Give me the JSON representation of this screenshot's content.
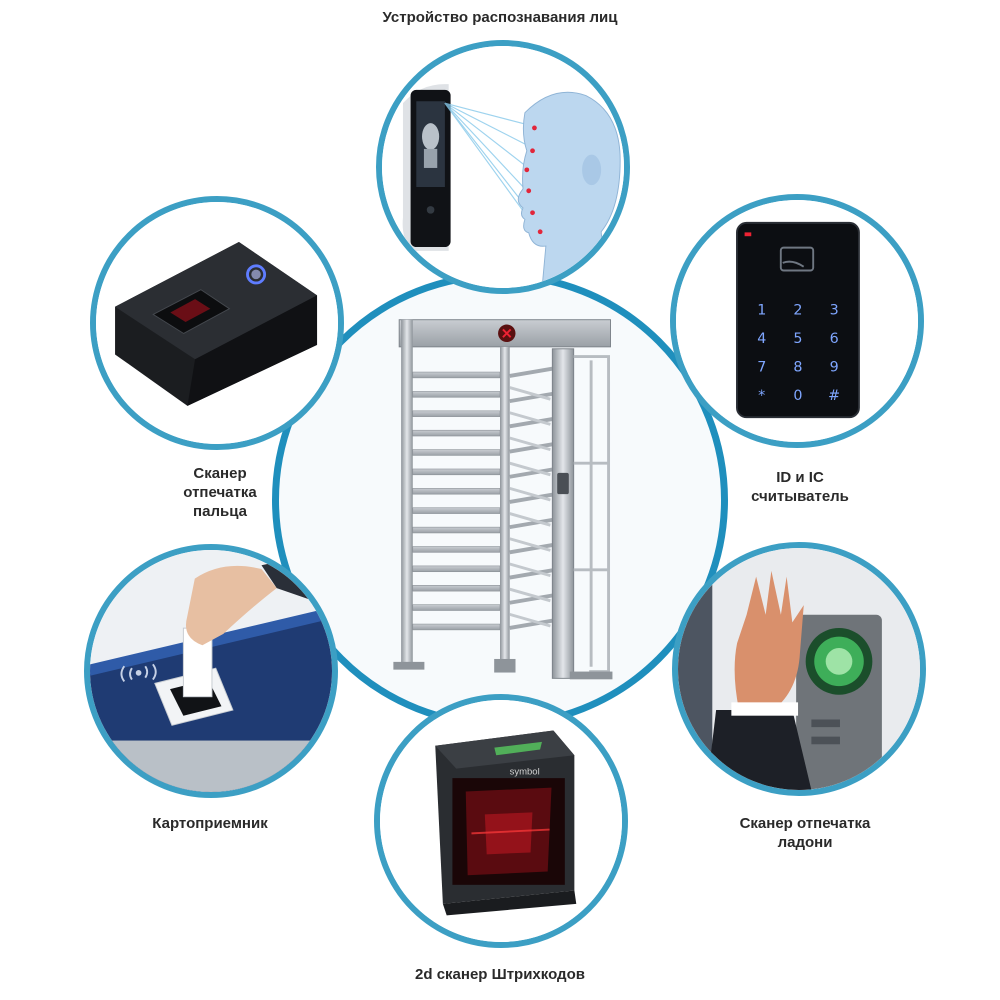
{
  "diagram": {
    "center": {
      "name": "turnstile"
    },
    "devices": [
      {
        "id": "face",
        "label": "Устройство распознавания лиц"
      },
      {
        "id": "finger",
        "label": "Сканер\nотпечатка\nпальца"
      },
      {
        "id": "idic",
        "label": "ID и IC\nсчитыватель"
      },
      {
        "id": "card",
        "label": "Картоприемник"
      },
      {
        "id": "palm",
        "label": "Сканер отпечатка\nладони"
      },
      {
        "id": "barcode",
        "label": "2d сканер Штрихкодов"
      }
    ],
    "keypad": {
      "keys": [
        "1",
        "2",
        "3",
        "4",
        "5",
        "6",
        "7",
        "8",
        "9",
        "*",
        "0",
        "#"
      ]
    },
    "barcode_brand": "symbol",
    "accent_color": "#3c9fc4"
  }
}
